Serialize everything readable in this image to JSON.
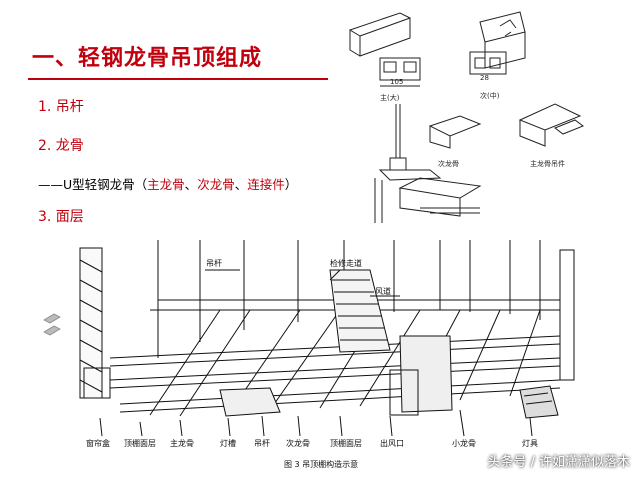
{
  "slide": {
    "title": "一、轻钢龙骨吊顶组成",
    "items": [
      "1. 吊杆",
      "2. 龙骨",
      "3. 面层"
    ],
    "subline": {
      "prefix": "——U型轻钢龙骨（",
      "parts": [
        "主龙骨",
        "、",
        "次龙骨",
        "、",
        "连接件"
      ],
      "suffix": "）"
    }
  },
  "top_diagram": {
    "labels": [
      "105",
      "28",
      "主(大)",
      "次(中)",
      "次龙骨",
      "主龙骨吊件"
    ]
  },
  "main_diagram": {
    "callouts_top": [
      "吊杆",
      "检修走道",
      "风道"
    ],
    "callouts_bottom": [
      "窗帘盒",
      "顶棚面层",
      "主龙骨",
      "灯槽",
      "吊杆",
      "次龙骨",
      "顶棚面层",
      "出风口",
      "小龙骨",
      "灯具"
    ],
    "caption": "图 3   吊顶棚构造示意"
  },
  "watermark": "头条号 / 许如潇潇似落木"
}
